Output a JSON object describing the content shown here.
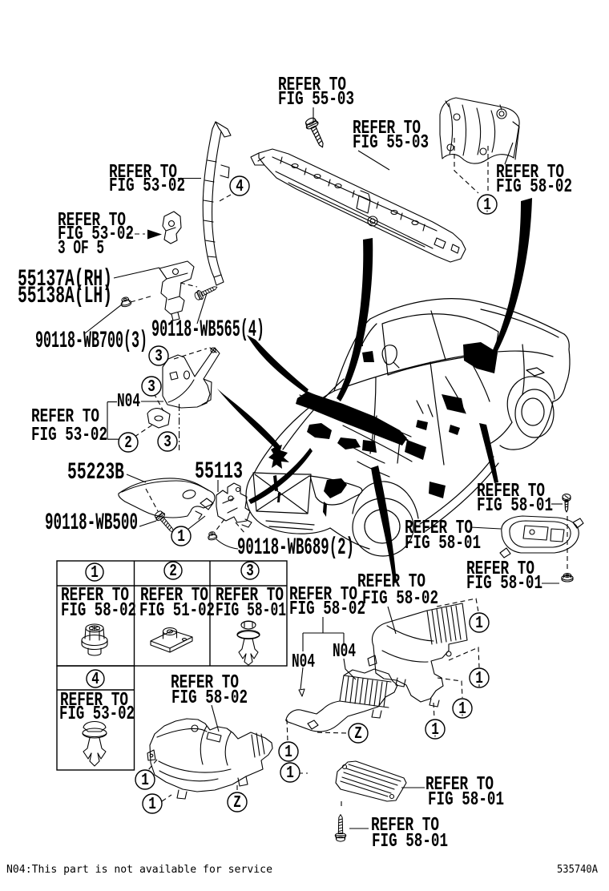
{
  "doc": {
    "footnote": "N04:This part is not available for service",
    "figure_code": "535740A",
    "background_color": "#ffffff",
    "ink_color": "#000000"
  },
  "labels": {
    "fig5503_bolt": {
      "l1": "REFER TO",
      "l2": "FIG 55-03"
    },
    "fig5503_support": {
      "l1": "REFER TO",
      "l2": "FIG 55-03"
    },
    "fig5802_topright": {
      "l1": "REFER TO",
      "l2": "FIG 58-02"
    },
    "fig5302_pillar": {
      "l1": "REFER TO",
      "l2": "FIG 53-02"
    },
    "fig5302_3of5": {
      "l1": "REFER TO",
      "l2": "FIG 53-02",
      "l3": "3 OF 5"
    },
    "part_55137": {
      "l1": "55137A(RH)",
      "l2": "55138A(LH)"
    },
    "part_wb700": "90118-WB700(3)",
    "part_wb565": "90118-WB565(4)",
    "n04_apron": "N04",
    "fig5302_apron": {
      "l1": "REFER TO",
      "l2": "FIG 53-02"
    },
    "part_55223b": "55223B",
    "part_55113": "55113",
    "part_wb500": "90118-WB500",
    "part_wb689": "90118-WB689(2)",
    "fig5801_screw": {
      "l1": "REFER TO",
      "l2": "FIG 58-01"
    },
    "fig5801_cover": {
      "l1": "REFER TO",
      "l2": "FIG 58-01"
    },
    "fig5801_grommet": {
      "l1": "REFER TO",
      "l2": "FIG 58-01"
    },
    "fig5802_n04": {
      "l1": "REFER TO",
      "l2": "FIG 58-02"
    },
    "fig5802_rear": {
      "l1": "REFER TO",
      "l2": "FIG 58-02"
    },
    "n04_left": "N04",
    "n04_right": "N04",
    "fig5802_front": {
      "l1": "REFER TO",
      "l2": "FIG 58-02"
    },
    "fig5801_plate": {
      "l1": "REFER TO",
      "l2": "FIG 58-01"
    },
    "fig5801_bolt": {
      "l1": "REFER TO",
      "l2": "FIG 58-01"
    }
  },
  "legend": {
    "cells": [
      {
        "num": "1",
        "l1": "REFER TO",
        "l2": "FIG 58-02",
        "fastener": "flanged-nut"
      },
      {
        "num": "2",
        "l1": "REFER TO",
        "l2": "FIG 51-02",
        "fastener": "clip-with-plate"
      },
      {
        "num": "3",
        "l1": "REFER TO",
        "l2": "FIG 58-01",
        "fastener": "push-rivet-clip"
      },
      {
        "num": "4",
        "l1": "REFER TO",
        "l2": "FIG 53-02",
        "fastener": "push-pin-clip"
      }
    ]
  },
  "callouts": {
    "c1": "1",
    "c2": "2",
    "c3": "3",
    "c4": "4",
    "z": "Z"
  }
}
